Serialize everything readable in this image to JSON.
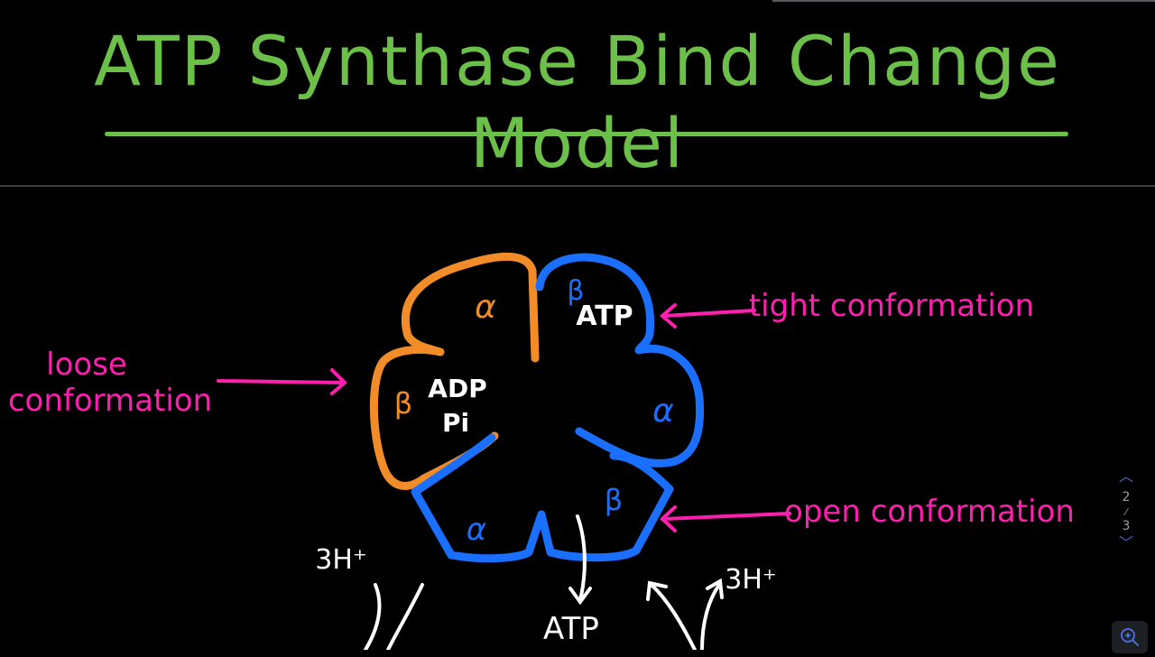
{
  "title": "ATP Synthase Bind Change Model",
  "labels": {
    "loose_line1": "loose",
    "loose_line2": "conformation",
    "tight": "tight conformation",
    "open": "open conformation"
  },
  "subunits": {
    "alpha": "α",
    "beta": "β"
  },
  "molecules": {
    "atp_bound": "ATP",
    "adp": "ADP",
    "pi": "Pi",
    "atp_released": "ATP"
  },
  "protons": {
    "left": "3H⁺",
    "right": "3H⁺"
  },
  "pager": {
    "current": "2",
    "total": "3"
  },
  "colors": {
    "title_green": "#6cc04a",
    "loose_orange": "#f28c28",
    "tight_blue": "#1a6fff",
    "label_pink": "#ff1fae",
    "text_white": "#ffffff"
  }
}
